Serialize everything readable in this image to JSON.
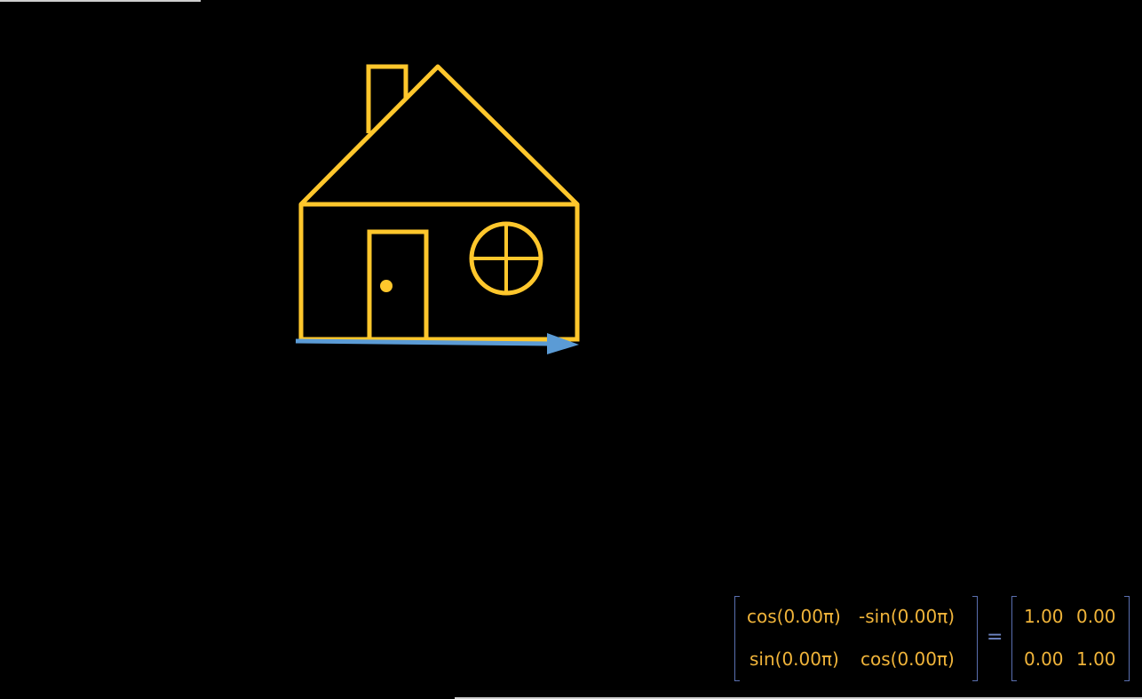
{
  "colors": {
    "background": "#000000",
    "house_stroke": "#FFC72C",
    "arrow": "#5B9BD5",
    "bracket": "#5a6fb0",
    "formula_text": "#F0B43A",
    "equals": "#6f86c4"
  },
  "scene": {
    "house": "house-outline-drawing",
    "vector": "basis-vector-arrow"
  },
  "rotation": {
    "angle_pi_fraction": 0.0
  },
  "matrix_symbolic": {
    "r0c0": "cos(0.00π)",
    "r0c1": "-sin(0.00π)",
    "r1c0": "sin(0.00π)",
    "r1c1": "cos(0.00π)"
  },
  "equals": "=",
  "matrix_numeric": {
    "r0c0": "1.00",
    "r0c1": "0.00",
    "r1c0": "0.00",
    "r1c1": "1.00"
  }
}
